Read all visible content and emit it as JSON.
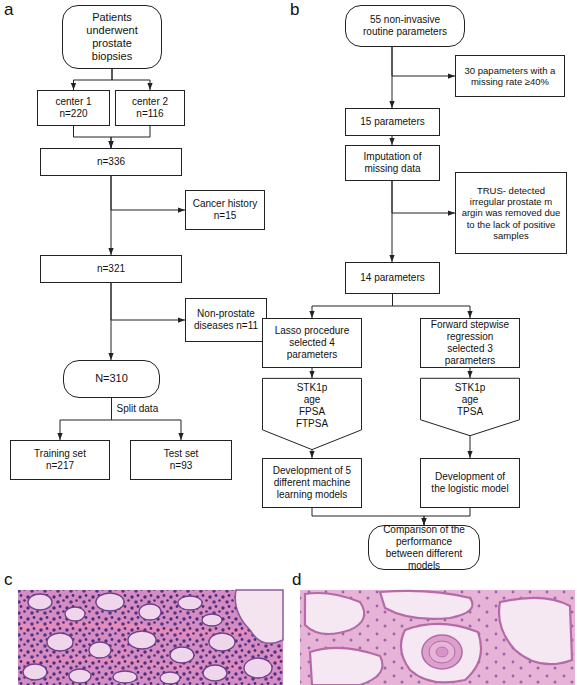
{
  "diagram": {
    "nodes": [
      {
        "text": [
          "Patients underwent prostate biopsies"
        ]
      },
      {
        "text": [
          "center 1 n=220"
        ]
      },
      {
        "text": [
          "center 2 n=116"
        ]
      },
      {
        "text": [
          "n=336"
        ]
      },
      {
        "text": [
          "Cancer history n=15"
        ]
      },
      {
        "text": [
          "n=321"
        ]
      },
      {
        "text": [
          "Non-prostate diseases n=11"
        ]
      },
      {
        "text": [
          "N=310"
        ]
      },
      {
        "text": [
          "Training set n=217"
        ]
      },
      {
        "text": [
          "Test set n=93"
        ]
      },
      {
        "text": [
          "55 non-invasive routine parameters"
        ]
      },
      {
        "text": [
          "30 papameters with a missing rate ≥40%"
        ]
      },
      {
        "text": [
          "15 parameters"
        ]
      },
      {
        "text": [
          "Imputation of missing data"
        ]
      },
      {
        "text": [
          "TRUS- detected irregular prostate m argin was removed due to the lack of positive samples"
        ]
      },
      {
        "text": [
          "14 parameters"
        ]
      },
      {
        "text": [
          "Lasso procedure selected 4 parameters"
        ]
      },
      {
        "text": [
          "Forward stepwise regression selected 3 parameters"
        ]
      },
      {
        "text": [
          "STK1p age FPSA FTPSA"
        ]
      },
      {
        "text": [
          "STK1p age TPSA"
        ]
      },
      {
        "text": [
          "Development of 5 different machine learning models"
        ]
      },
      {
        "text": [
          "Development of the logistic model"
        ]
      },
      {
        "text": [
          "Comparison of the performance between different models"
        ]
      }
    ],
    "edges": [
      {
        "from": 0,
        "to": 1,
        "arrow": "to"
      },
      {
        "from": 0,
        "to": 2,
        "arrow": "to"
      },
      {
        "from": 1,
        "to": 3,
        "arrow": "to"
      },
      {
        "from": 2,
        "to": 3,
        "arrow": "to"
      },
      {
        "from": 3,
        "to": 4,
        "arrow": "to"
      },
      {
        "from": 3,
        "to": 5,
        "arrow": "to"
      },
      {
        "from": 5,
        "to": 6,
        "arrow": "to"
      },
      {
        "from": 5,
        "to": 7,
        "arrow": "to"
      },
      {
        "from": 7,
        "to": 8,
        "label": "Split data",
        "arrow": "to"
      },
      {
        "from": 7,
        "to": 9,
        "arrow": "to"
      },
      {
        "from": 10,
        "to": 11,
        "arrow": "to"
      },
      {
        "from": 10,
        "to": 12,
        "arrow": "to"
      },
      {
        "from": 12,
        "to": 13,
        "arrow": "to"
      },
      {
        "from": 13,
        "to": 14,
        "arrow": "to"
      },
      {
        "from": 13,
        "to": 15,
        "arrow": "to"
      },
      {
        "from": 15,
        "to": 16,
        "arrow": "to"
      },
      {
        "from": 15,
        "to": 17,
        "arrow": "to"
      },
      {
        "from": 16,
        "to": 18,
        "arrow": "to"
      },
      {
        "from": 17,
        "to": 19,
        "arrow": "to"
      },
      {
        "from": 18,
        "to": 20,
        "arrow": "to"
      },
      {
        "from": 19,
        "to": 21,
        "arrow": "to"
      },
      {
        "from": 20,
        "to": 22,
        "arrow": "to"
      },
      {
        "from": 21,
        "to": 22,
        "arrow": "to"
      }
    ],
    "labels": [
      "a",
      "b",
      "c",
      "d"
    ]
  }
}
